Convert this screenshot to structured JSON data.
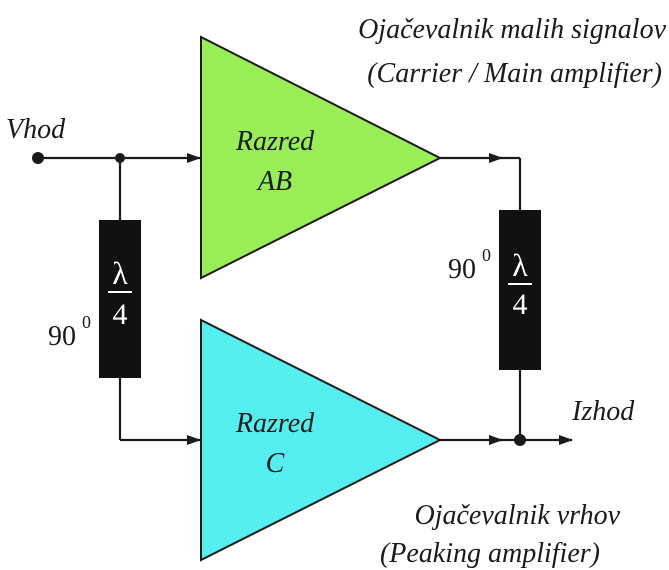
{
  "labels": {
    "input": "Vhod",
    "output": "Izhod",
    "top_amp_title": "Ojačevalnik malih signalov",
    "top_amp_subtitle": "(Carrier / Main amplifier)",
    "bottom_amp_title": "Ojačevalnik vrhov",
    "bottom_amp_subtitle": "(Peaking amplifier)"
  },
  "amplifiers": {
    "top": {
      "line1": "Razred",
      "line2": "AB",
      "fill": "#99ee55"
    },
    "bottom": {
      "line1": "Razred",
      "line2": "C",
      "fill": "#55eeee"
    }
  },
  "transformers": {
    "left": {
      "numerator": "λ",
      "denominator": "4",
      "phase": "90",
      "phase_sup": "0"
    },
    "right": {
      "numerator": "λ",
      "denominator": "4",
      "phase": "90",
      "phase_sup": "0"
    }
  },
  "colors": {
    "line": "#1a1a1a",
    "block": "#111111"
  }
}
